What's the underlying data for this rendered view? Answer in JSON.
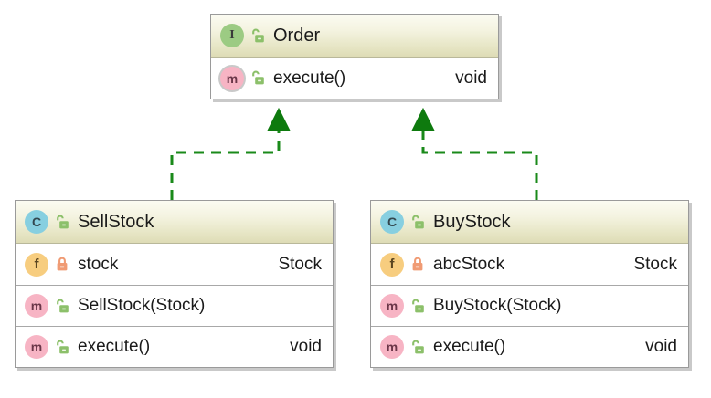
{
  "diagram": {
    "kind": "uml-class-diagram",
    "background": "#ffffff",
    "relationship_color": "#1a8a1a",
    "relationship_style": "dashed",
    "relationship_label": "realization"
  },
  "classes": {
    "order": {
      "name": "Order",
      "stereotype_icon": "interface-icon",
      "stereotype_letter": "I",
      "visibility_icon": "unlocked-padlock-icon",
      "visibility": "public",
      "members": [
        {
          "kind_icon": "method-icon",
          "kind_letter": "m",
          "abstract": true,
          "visibility_icon": "unlocked-padlock-icon",
          "visibility": "public",
          "name": "execute()",
          "type": "void"
        }
      ]
    },
    "sellstock": {
      "name": "SellStock",
      "stereotype_icon": "class-icon",
      "stereotype_letter": "C",
      "visibility_icon": "unlocked-padlock-icon",
      "visibility": "public",
      "members": [
        {
          "kind_icon": "field-icon",
          "kind_letter": "f",
          "abstract": false,
          "visibility_icon": "locked-padlock-icon",
          "visibility": "private",
          "name": "stock",
          "type": "Stock"
        },
        {
          "kind_icon": "method-icon",
          "kind_letter": "m",
          "abstract": false,
          "visibility_icon": "unlocked-padlock-icon",
          "visibility": "public",
          "name": "SellStock(Stock)",
          "type": ""
        },
        {
          "kind_icon": "method-icon",
          "kind_letter": "m",
          "abstract": false,
          "visibility_icon": "unlocked-padlock-icon",
          "visibility": "public",
          "name": "execute()",
          "type": "void"
        }
      ]
    },
    "buystock": {
      "name": "BuyStock",
      "stereotype_icon": "class-icon",
      "stereotype_letter": "C",
      "visibility_icon": "unlocked-padlock-icon",
      "visibility": "public",
      "members": [
        {
          "kind_icon": "field-icon",
          "kind_letter": "f",
          "abstract": false,
          "visibility_icon": "locked-padlock-icon",
          "visibility": "private",
          "name": "abcStock",
          "type": "Stock"
        },
        {
          "kind_icon": "method-icon",
          "kind_letter": "m",
          "abstract": false,
          "visibility_icon": "unlocked-padlock-icon",
          "visibility": "public",
          "name": "BuyStock(Stock)",
          "type": ""
        },
        {
          "kind_icon": "method-icon",
          "kind_letter": "m",
          "abstract": false,
          "visibility_icon": "unlocked-padlock-icon",
          "visibility": "public",
          "name": "execute()",
          "type": "void"
        }
      ]
    }
  },
  "colors": {
    "header_gradient_top": "#fbfbf2",
    "header_gradient_bottom": "#dedcb6",
    "box_border": "#9a9a9a",
    "box_shadow": "#c9c9c9",
    "row_separator": "#a8a8a8",
    "interface_badge": "#9ccb83",
    "class_badge": "#87cfe0",
    "field_badge": "#f7cd7f",
    "method_badge": "#f7b4c4",
    "public_lock": "#8cc06a",
    "private_lock": "#f09b74",
    "arrow_green": "#1a8a1a"
  }
}
